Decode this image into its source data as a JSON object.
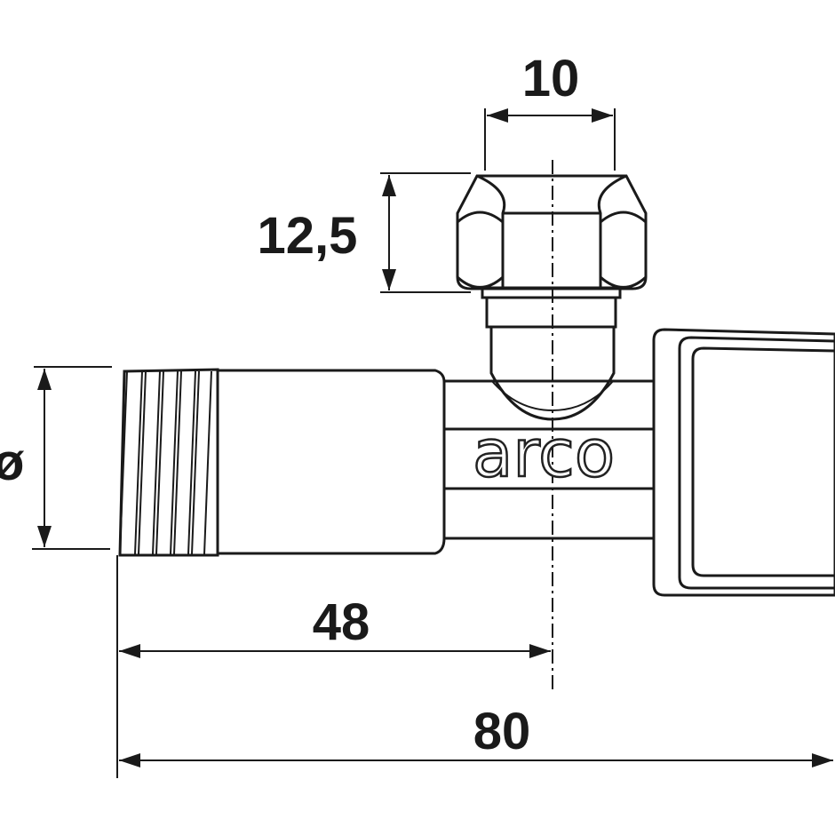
{
  "dimensions": {
    "nut_width": "10",
    "nut_height": "12,5",
    "thread_diameter": "ø",
    "inlet_to_center": "48",
    "overall_length": "80"
  },
  "brand": "arco",
  "colors": {
    "line": "#1a1a1a",
    "handle_fill": "#b5b5b5",
    "background": "#ffffff"
  }
}
